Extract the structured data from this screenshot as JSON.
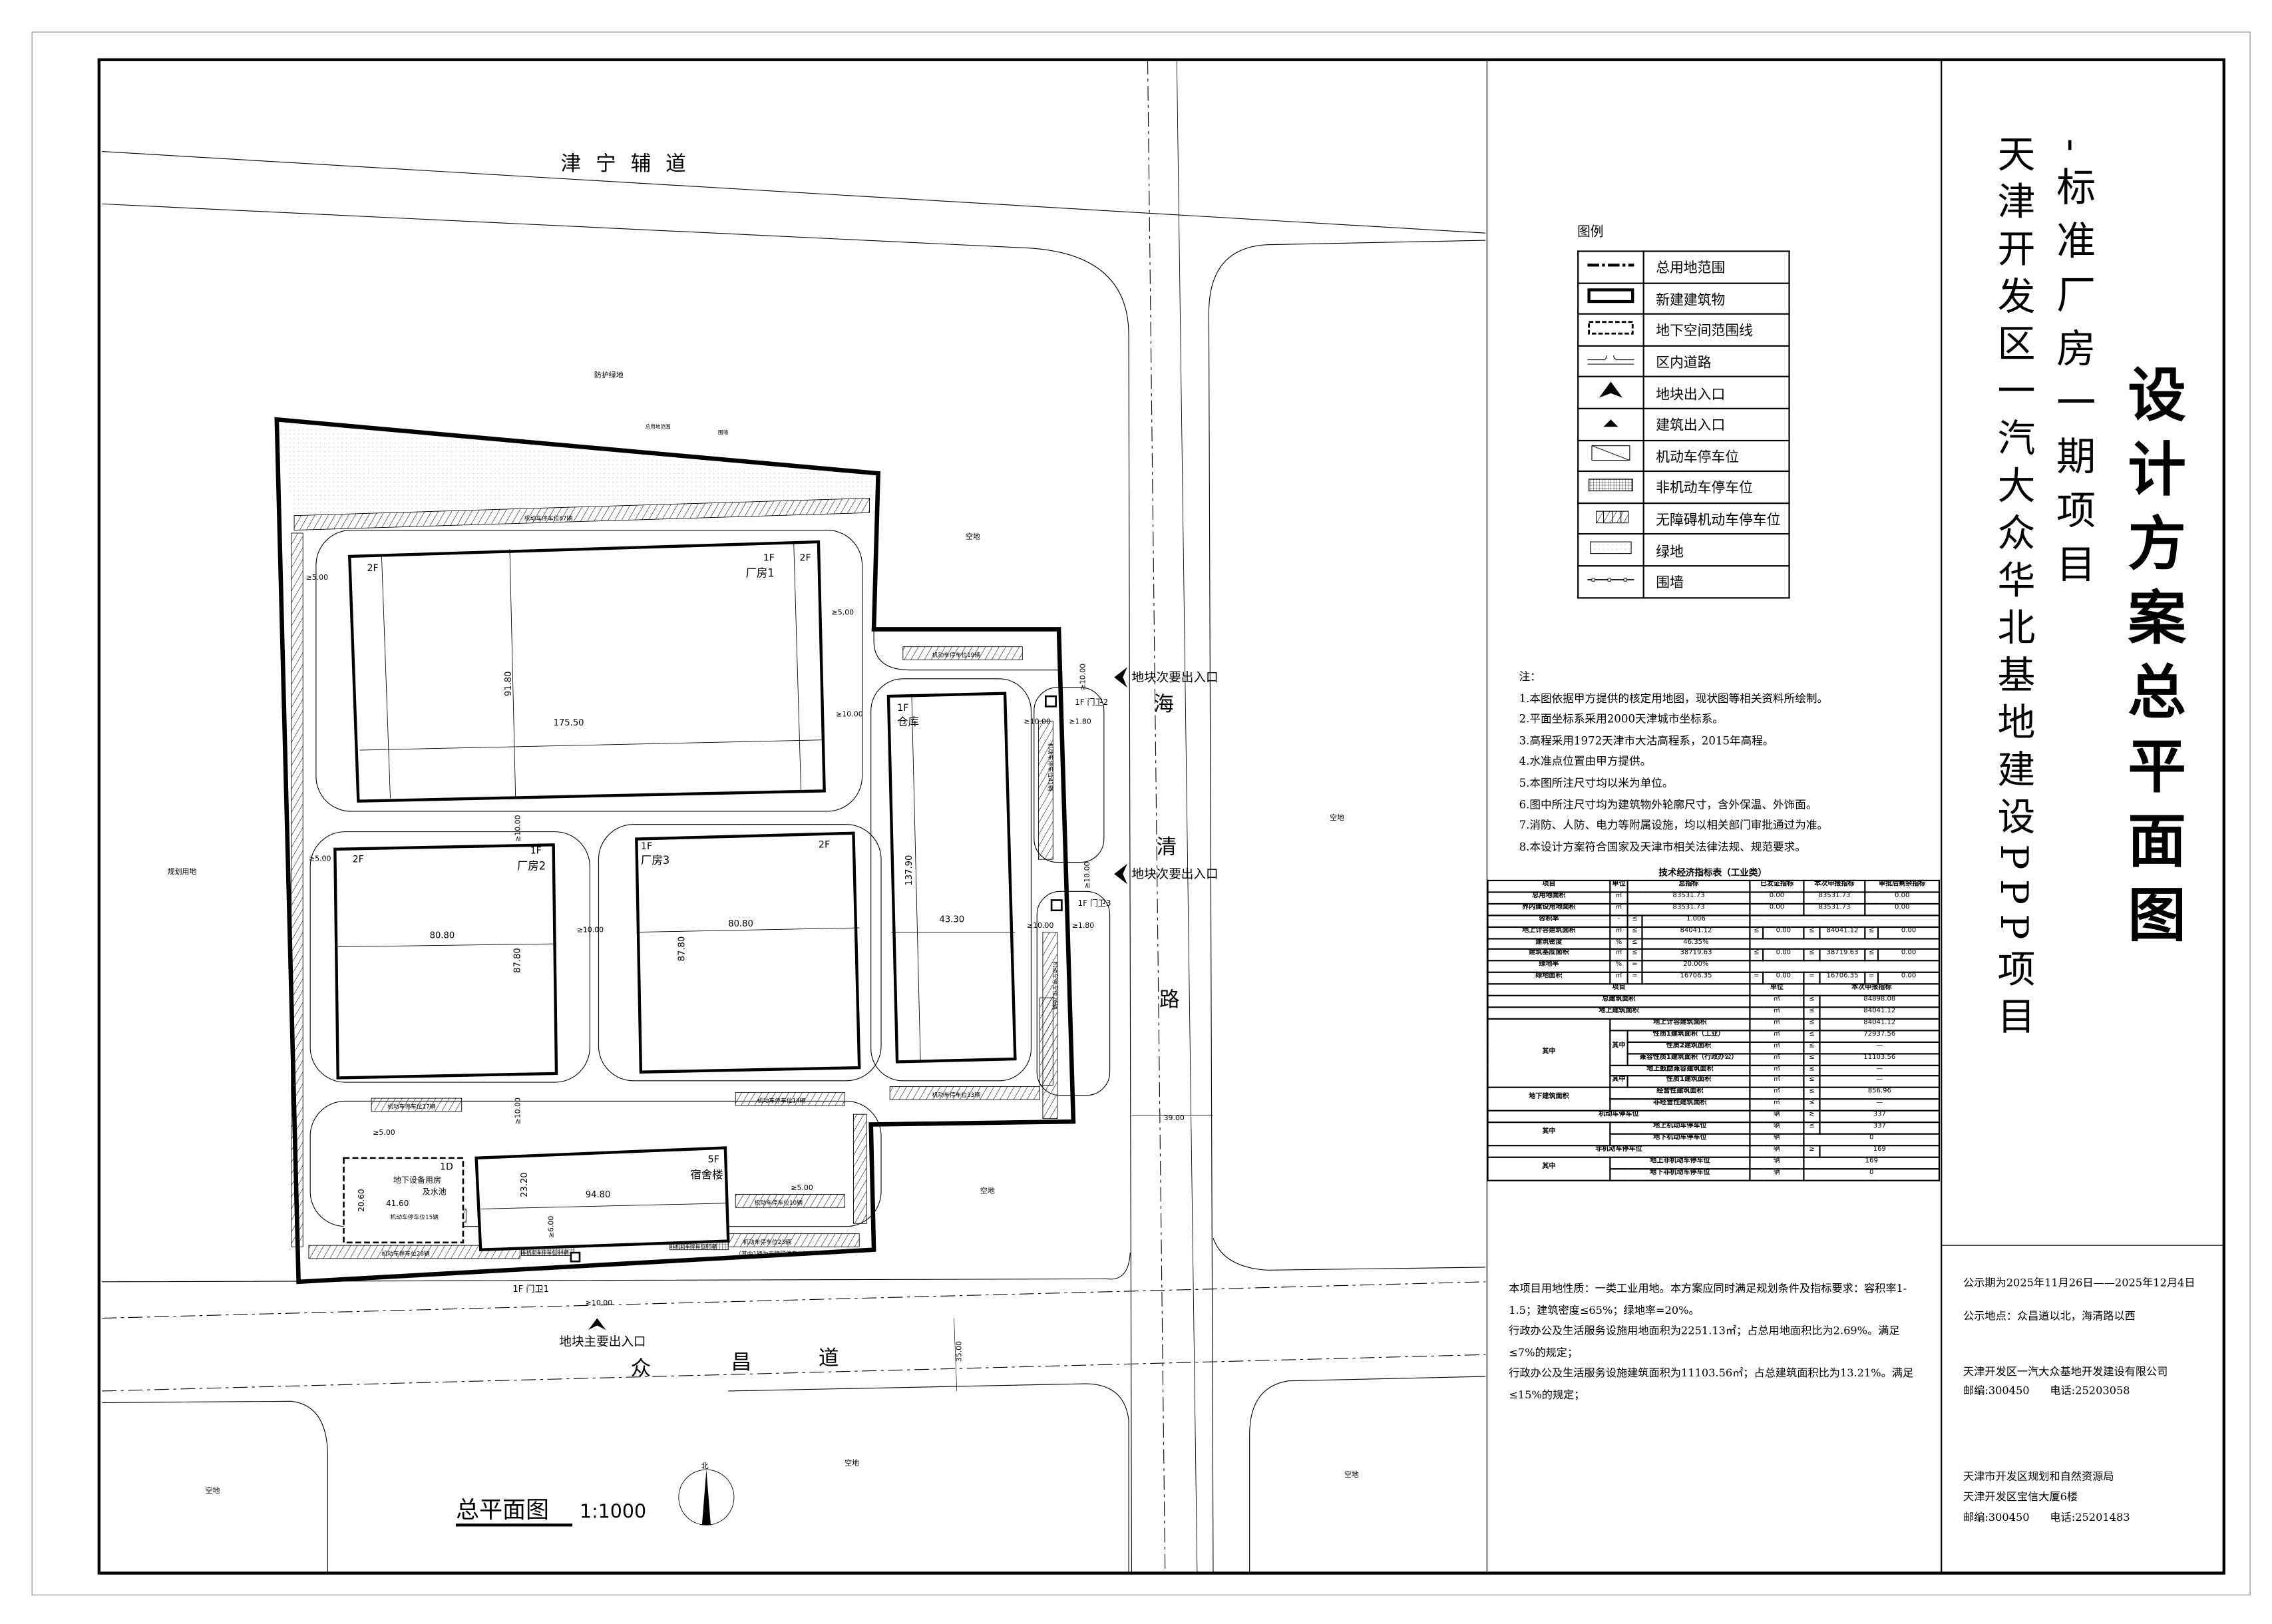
{
  "title_block": {
    "project_line1": "天津开发区一汽大众华北基地建设PPP项目",
    "project_line2": "-标准厂房一期项目",
    "drawing_title": "设计方案总平面图"
  },
  "legend": {
    "heading": "图例",
    "items": [
      {
        "icon": "dash-dot-boundary",
        "label": "总用地范围"
      },
      {
        "icon": "thick-rectangle",
        "label": "新建建筑物"
      },
      {
        "icon": "dashed-rectangle",
        "label": "地下空间范围线"
      },
      {
        "icon": "road-lines",
        "label": "区内道路"
      },
      {
        "icon": "large-arrow",
        "label": "地块出入口"
      },
      {
        "icon": "small-arrow",
        "label": "建筑出入口"
      },
      {
        "icon": "diagonal-rectangle",
        "label": "机动车停车位"
      },
      {
        "icon": "grid-rectangle",
        "label": "非机动车停车位"
      },
      {
        "icon": "accessible-parking",
        "label": "无障碍机动车停车位"
      },
      {
        "icon": "green-area",
        "label": "绿地"
      },
      {
        "icon": "fence-line",
        "label": "围墙"
      }
    ]
  },
  "notes": {
    "heading": "注：",
    "lines": [
      "1.本图依据甲方提供的核定用地图，现状图等相关资料所绘制。",
      "2.平面坐标系采用2000天津城市坐标系。",
      "3.高程采用1972天津市大沽高程系，2015年高程。",
      "4.水准点位置由甲方提供。",
      "5.本图所注尺寸均以米为单位。",
      "6.图中所注尺寸均为建筑物外轮廓尺寸，含外保温、外饰面。",
      "7.消防、人防、电力等附属设施，均以相关部门审批通过为准。",
      "8.本设计方案符合国家及天津市相关法律法规、规范要求。"
    ]
  },
  "tech_table": {
    "title": "技术经济指标表（工业类）",
    "rows": [
      [
        {
          "t": "项目",
          "b": 1
        },
        {
          "t": "单位",
          "b": 1
        },
        {
          "t": "总指标",
          "cs": 2,
          "b": 1
        },
        {
          "t": "已发证指标",
          "cs": 2,
          "b": 1
        },
        {
          "t": "本次申报指标",
          "cs": 2,
          "b": 1
        },
        {
          "t": "审批后剩余指标",
          "cs": 2,
          "b": 1
        }
      ],
      [
        {
          "t": "总用地面积",
          "b": 1
        },
        {
          "t": "㎡"
        },
        {
          "t": "83531.73",
          "cs": 2
        },
        {
          "t": "0.00",
          "cs": 2
        },
        {
          "t": "83531.73",
          "cs": 2
        },
        {
          "t": "0.00",
          "cs": 2
        }
      ],
      [
        {
          "t": "界内建设用地面积",
          "b": 1
        },
        {
          "t": "㎡"
        },
        {
          "t": "83531.73",
          "cs": 2
        },
        {
          "t": "0.00",
          "cs": 2
        },
        {
          "t": "83531.73",
          "cs": 2
        },
        {
          "t": "0.00",
          "cs": 2
        }
      ],
      [
        {
          "t": "容积率",
          "b": 1
        },
        {
          "t": "-"
        },
        {
          "t": "≤"
        },
        {
          "t": "1.006"
        },
        {
          "t": "",
          "cs": 6
        }
      ],
      [
        {
          "t": "地上计容建筑面积",
          "b": 1
        },
        {
          "t": "㎡"
        },
        {
          "t": "≤"
        },
        {
          "t": "84041.12"
        },
        {
          "t": "≤"
        },
        {
          "t": "0.00"
        },
        {
          "t": "≤"
        },
        {
          "t": "84041.12"
        },
        {
          "t": "≤"
        },
        {
          "t": "0.00"
        }
      ],
      [
        {
          "t": "建筑密度",
          "b": 1
        },
        {
          "t": "%"
        },
        {
          "t": "≤"
        },
        {
          "t": "46.35%"
        },
        {
          "t": "",
          "cs": 6
        }
      ],
      [
        {
          "t": "建筑基底面积",
          "b": 1
        },
        {
          "t": "㎡"
        },
        {
          "t": "≤"
        },
        {
          "t": "38719.63"
        },
        {
          "t": "≤"
        },
        {
          "t": "0.00"
        },
        {
          "t": "≤"
        },
        {
          "t": "38719.63"
        },
        {
          "t": "≤"
        },
        {
          "t": "0.00"
        }
      ],
      [
        {
          "t": "绿地率",
          "b": 1
        },
        {
          "t": "%"
        },
        {
          "t": "="
        },
        {
          "t": "20.00%"
        },
        {
          "t": "",
          "cs": 6
        }
      ],
      [
        {
          "t": "绿地面积",
          "b": 1
        },
        {
          "t": "㎡"
        },
        {
          "t": "="
        },
        {
          "t": "16706.35"
        },
        {
          "t": "="
        },
        {
          "t": "0.00"
        },
        {
          "t": "="
        },
        {
          "t": "16706.35"
        },
        {
          "t": "="
        },
        {
          "t": "0.00"
        }
      ],
      [
        {
          "t": "项目",
          "cs": 4,
          "b": 1
        },
        {
          "t": "单位",
          "cs": 2,
          "b": 1
        },
        {
          "t": "本次申报指标",
          "cs": 4,
          "b": 1
        }
      ],
      [
        {
          "t": "总建筑面积",
          "cs": 4,
          "b": 1
        },
        {
          "t": "㎡",
          "cs": 2
        },
        {
          "t": "≤"
        },
        {
          "t": "84898.08",
          "cs": 3
        }
      ],
      [
        {
          "t": "地上建筑面积",
          "cs": 4,
          "b": 1
        },
        {
          "t": "㎡",
          "cs": 2
        },
        {
          "t": "≤"
        },
        {
          "t": "84041.12",
          "cs": 3
        }
      ],
      [
        {
          "t": "其中",
          "rs": 6,
          "b": 1
        },
        {
          "t": "地上计容建筑面积",
          "cs": 3,
          "b": 1
        },
        {
          "t": "㎡",
          "cs": 2
        },
        {
          "t": "≤"
        },
        {
          "t": "84041.12",
          "cs": 3
        }
      ],
      [
        {
          "t": "其中",
          "rs": 3,
          "b": 1
        },
        {
          "t": "性质1建筑面积（工业）",
          "cs": 2,
          "b": 1
        },
        {
          "t": "㎡",
          "cs": 2
        },
        {
          "t": "≤"
        },
        {
          "t": "72937.56",
          "cs": 3
        }
      ],
      [
        {
          "t": "性质2建筑面积",
          "cs": 2,
          "b": 1
        },
        {
          "t": "㎡",
          "cs": 2
        },
        {
          "t": "≤"
        },
        {
          "t": "—",
          "cs": 3
        }
      ],
      [
        {
          "t": "兼容性质1建筑面积（行政办公）",
          "cs": 2,
          "b": 1
        },
        {
          "t": "㎡",
          "cs": 2
        },
        {
          "t": "≤"
        },
        {
          "t": "11103.56",
          "cs": 3
        }
      ],
      [
        {
          "t": "地上鼓励兼容建筑面积",
          "cs": 3,
          "b": 1
        },
        {
          "t": "㎡",
          "cs": 2
        },
        {
          "t": "≤"
        },
        {
          "t": "—",
          "cs": 3
        }
      ],
      [
        {
          "t": "其中",
          "b": 1
        },
        {
          "t": "性质1建筑面积",
          "cs": 2,
          "b": 1
        },
        {
          "t": "㎡",
          "cs": 2
        },
        {
          "t": "≤"
        },
        {
          "t": "—",
          "cs": 3
        }
      ],
      [
        {
          "t": "地下建筑面积",
          "rs": 2,
          "b": 1
        },
        {
          "t": "经营性建筑面积",
          "cs": 3,
          "b": 1
        },
        {
          "t": "㎡",
          "cs": 2
        },
        {
          "t": "≤"
        },
        {
          "t": "856.96",
          "cs": 3
        }
      ],
      [
        {
          "t": "非经营性建筑面积",
          "cs": 3,
          "b": 1
        },
        {
          "t": "㎡",
          "cs": 2
        },
        {
          "t": "≤"
        },
        {
          "t": "—",
          "cs": 3
        }
      ],
      [
        {
          "t": "机动车停车位",
          "cs": 4,
          "b": 1
        },
        {
          "t": "辆",
          "cs": 2
        },
        {
          "t": "≥"
        },
        {
          "t": "337",
          "cs": 3
        }
      ],
      [
        {
          "t": "其中",
          "rs": 2,
          "b": 1
        },
        {
          "t": "地上机动车停车位",
          "cs": 3,
          "b": 1
        },
        {
          "t": "辆",
          "cs": 2
        },
        {
          "t": "≤"
        },
        {
          "t": "337",
          "cs": 3
        }
      ],
      [
        {
          "t": "地下机动车停车位",
          "cs": 3,
          "b": 1
        },
        {
          "t": "辆",
          "cs": 2
        },
        {
          "t": "0",
          "cs": 4
        }
      ],
      [
        {
          "t": "非机动车停车位",
          "cs": 4,
          "b": 1
        },
        {
          "t": "辆",
          "cs": 2
        },
        {
          "t": "≥"
        },
        {
          "t": "169",
          "cs": 3
        }
      ],
      [
        {
          "t": "其中",
          "rs": 2,
          "b": 1
        },
        {
          "t": "地上非机动车停车位",
          "cs": 3,
          "b": 1
        },
        {
          "t": "辆",
          "cs": 2
        },
        {
          "t": "169",
          "cs": 4
        }
      ],
      [
        {
          "t": "地下非机动车停车位",
          "cs": 3,
          "b": 1
        },
        {
          "t": "辆",
          "cs": 2
        },
        {
          "t": "0",
          "cs": 4
        }
      ]
    ]
  },
  "requirements": [
    "本项目用地性质：一类工业用地。本方案应同时满足规划条件及指标要求：容积率1-1.5；建筑密度≤65%；绿地率=20%。",
    "行政办公及生活服务设施用地面积为2251.13㎡；占总用地面积比为2.69%。满足≤7%的规定；",
    "行政办公及生活服务设施建筑面积为11103.56㎡；占总建筑面积比为13.21%。满足≤15%的规定；"
  ],
  "publicity": {
    "period": "公示期为2025年11月26日——2025年12月4日",
    "location": "公示地点：众昌道以北，海清路以西",
    "developer": "天津开发区一汽大众基地开发建设有限公司",
    "developer_contact": "邮编:300450      电话:25203058",
    "authority": "天津市开发区规划和自然资源局",
    "authority_address": "天津开发区宝信大厦6楼",
    "authority_contact": "邮编:300450      电话:25201483"
  },
  "plan": {
    "caption": "总平面图",
    "scale": "1:1000",
    "north": "北",
    "roads": {
      "north": "津宁辅道",
      "east": [
        "海",
        "清",
        "路"
      ],
      "south": [
        "众",
        "昌",
        "道"
      ]
    },
    "areas": {
      "buffer_green": "防护绿地",
      "planned_land": "规划用地",
      "vacant": "空地",
      "boundary_tag": "总用地范围",
      "fence_tag": "围墙"
    },
    "entrances": {
      "main": "地块主要出入口",
      "secondary": "地块次要出入口"
    },
    "buildings": {
      "f1_label": "厂房1",
      "f2_label": "厂房2",
      "f3_label": "厂房3",
      "warehouse": "仓库",
      "dorm": "宿舍楼",
      "underground": [
        "地下设备用房",
        "及水池"
      ],
      "gate1": "1F  门卫1",
      "gate2": "1F  门卫2",
      "gate3": "1F  门卫3",
      "floors": {
        "f1": "1F",
        "f2": "2F",
        "f5": "5F",
        "b1": "1D"
      }
    },
    "dimensions": {
      "f1_w": "175.50",
      "f1_h": "91.80",
      "f2_w": "80.80",
      "f2_h": "87.80",
      "f3_w": "80.80",
      "f3_h": "87.80",
      "wh_w": "43.30",
      "wh_h": "137.90",
      "dorm_w": "94.80",
      "dorm_h": "23.20",
      "ug_w": "41.60",
      "ug_h": "20.60",
      "road_e": "39.00",
      "road_s": "35.00",
      "gap5": "≥5.00",
      "gap10": "≥10.00",
      "gap6": "≥6.00",
      "gap18": "≥1.80"
    },
    "parking": {
      "p87": "机动车停车位87辆",
      "p19": "机动车停车位19辆",
      "p41": "机动车停车位41辆",
      "p26": "机动车停车位26辆",
      "p17": "机动车停车位17辆",
      "p14": "机动车停车位14辆",
      "p15": "机动车停车位15辆",
      "p10": "机动车停车位10辆",
      "p28": "机动车停车位28辆",
      "p33": "机动车停车位33辆",
      "b84": "非机动车停车位84辆",
      "b85": "非机动车停车位85辆",
      "p23": "机动车停车位23辆",
      "p23_note": "（其中1辆为无障碍停车位）"
    }
  }
}
